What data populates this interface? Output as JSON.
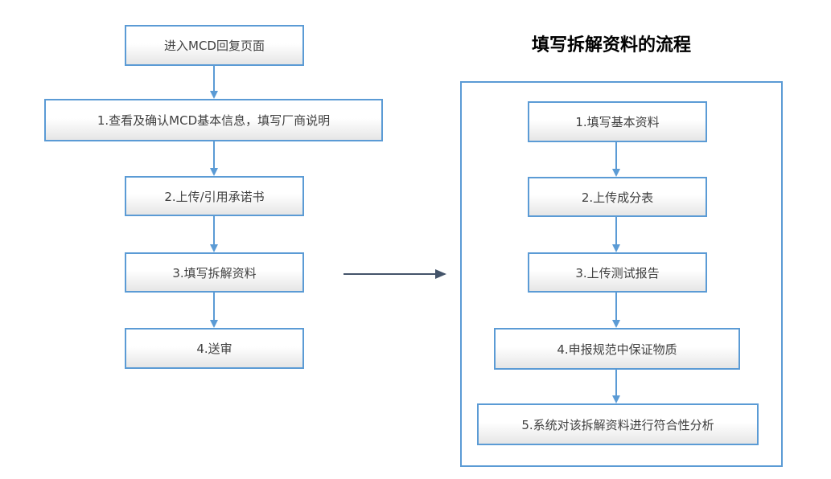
{
  "left_flow": {
    "steps": [
      "进入MCD回复页面",
      "1.查看及确认MCD基本信息，填写厂商说明",
      "2.上传/引用承诺书",
      "3.填写拆解资料",
      "4.送审"
    ]
  },
  "right_flow": {
    "title": "填写拆解资料的流程",
    "steps": [
      "1.填写基本资料",
      "2.上传成分表",
      "3.上传测试报告",
      "4.申报规范中保证物质",
      "5.系统对该拆解资料进行符合性分析"
    ]
  },
  "colors": {
    "border": "#5b9bd5",
    "arrow": "#5b9bd5",
    "connector": "#44546a",
    "text": "#404040"
  }
}
